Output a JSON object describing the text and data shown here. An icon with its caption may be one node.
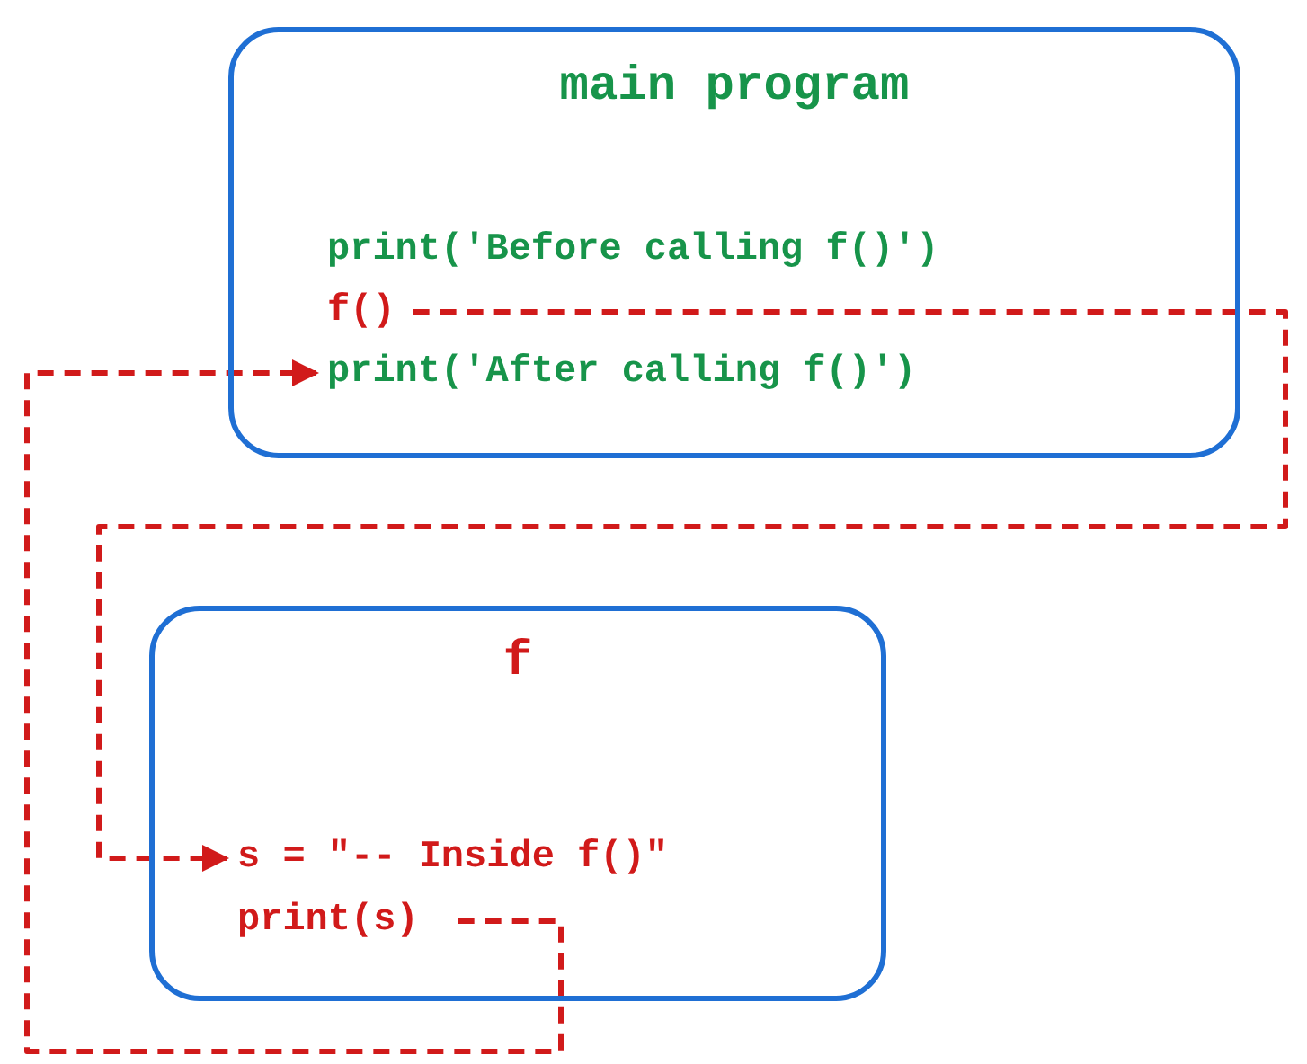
{
  "diagram": {
    "nodes": [
      {
        "text": [
          "main program"
        ]
      },
      {
        "text": [
          "print('Before calling f()')"
        ],
        "in": 0
      },
      {
        "text": [
          "f()"
        ],
        "in": 0
      },
      {
        "text": [
          "print('After calling f()')"
        ],
        "in": 0
      },
      {
        "text": [
          "f"
        ]
      },
      {
        "text": [
          "s = \"-- Inside f()\""
        ],
        "in": 4
      },
      {
        "text": [
          "print(s)"
        ],
        "in": 4
      }
    ],
    "edges": [
      {
        "from": 2,
        "to": 5,
        "arrow": "to",
        "style": "dashed"
      },
      {
        "from": 6,
        "to": 3,
        "arrow": "to",
        "style": "dashed"
      }
    ]
  }
}
